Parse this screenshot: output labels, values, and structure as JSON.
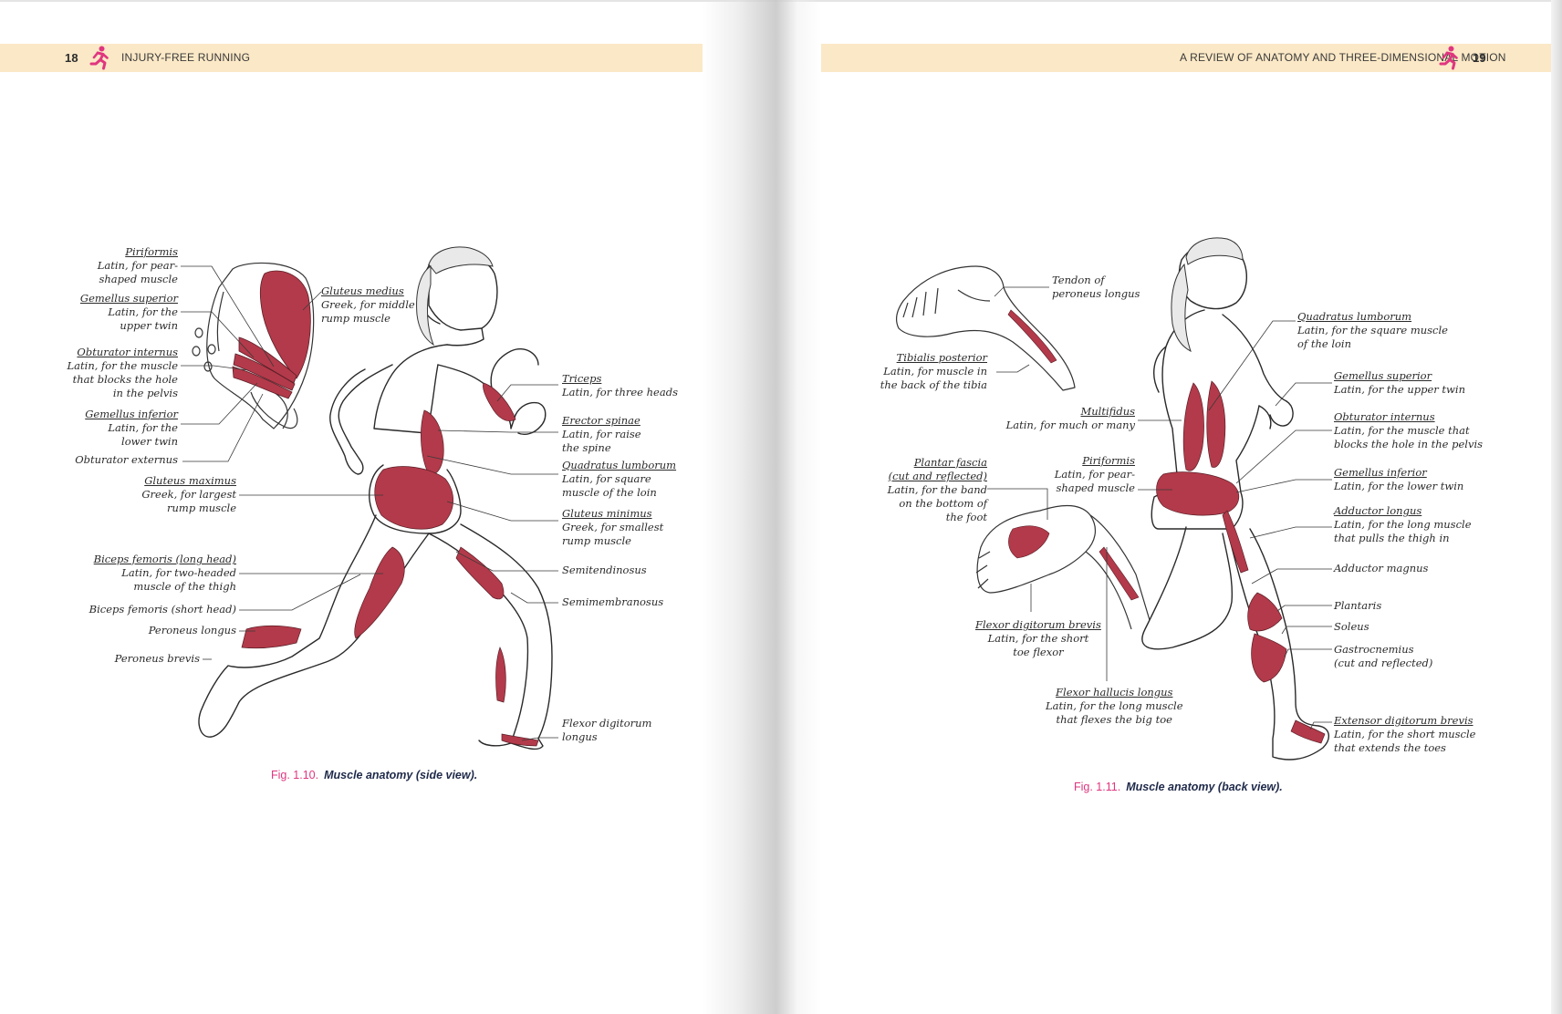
{
  "left_page": {
    "page_number": "18",
    "running_head": "INJURY-FREE RUNNING",
    "figure": {
      "number": "Fig. 1.10.",
      "title": "Muscle anatomy (side view).",
      "labels": {
        "piriformis": {
          "name": "Piriformis",
          "desc": [
            "Latin, for pear-",
            "shaped muscle"
          ]
        },
        "gemellus_superior": {
          "name": "Gemellus superior",
          "desc": [
            "Latin, for the",
            "upper twin"
          ]
        },
        "obturator_internus": {
          "name": "Obturator internus",
          "desc": [
            "Latin, for the muscle",
            "that blocks the hole",
            "in the pelvis"
          ]
        },
        "gemellus_inferior": {
          "name": "Gemellus inferior",
          "desc": [
            "Latin, for the",
            "lower twin"
          ]
        },
        "obturator_externus": {
          "name": "Obturator externus"
        },
        "gluteus_maximus": {
          "name": "Gluteus maximus",
          "desc": [
            "Greek, for largest",
            "rump muscle"
          ]
        },
        "biceps_long": {
          "name": "Biceps femoris (long head)",
          "desc": [
            "Latin, for two-headed",
            "muscle of the thigh"
          ]
        },
        "biceps_short": {
          "name": "Biceps femoris (short head)"
        },
        "peroneus_longus": {
          "name": "Peroneus longus"
        },
        "peroneus_brevis": {
          "name": "Peroneus brevis"
        },
        "gluteus_medius": {
          "name": "Gluteus medius",
          "desc": [
            "Greek, for middle",
            "rump muscle"
          ]
        },
        "triceps": {
          "name": "Triceps",
          "desc": [
            "Latin, for three heads"
          ]
        },
        "erector_spinae": {
          "name": "Erector spinae",
          "desc": [
            "Latin, for raise",
            "the spine"
          ]
        },
        "quadratus_lumborum": {
          "name": "Quadratus lumborum",
          "desc": [
            "Latin, for square",
            "muscle of the loin"
          ]
        },
        "gluteus_minimus": {
          "name": "Gluteus minimus",
          "desc": [
            "Greek, for smallest",
            "rump muscle"
          ]
        },
        "semitendinosus": {
          "name": "Semitendinosus"
        },
        "semimembranosus": {
          "name": "Semimembranosus"
        },
        "flexor_dig_longus": {
          "name": "Flexor digitorum",
          "desc": [
            "longus"
          ]
        }
      }
    }
  },
  "right_page": {
    "page_number": "19",
    "running_head": "A REVIEW OF ANATOMY AND THREE-DIMENSIONAL MOTION",
    "figure": {
      "number": "Fig. 1.11.",
      "title": "Muscle anatomy (back view).",
      "labels": {
        "tendon_peroneus": {
          "lines": [
            "Tendon of",
            "peroneus longus"
          ]
        },
        "tibialis_posterior": {
          "name": "Tibialis posterior",
          "desc": [
            "Latin, for muscle in",
            "the back of the tibia"
          ]
        },
        "multifidus": {
          "name": "Multifidus",
          "desc": [
            "Latin, for much or many"
          ]
        },
        "plantar_fascia": {
          "name": "Plantar fascia",
          "name2": "(cut and reflected)",
          "desc": [
            "Latin, for the band",
            "on the bottom of",
            "the foot"
          ]
        },
        "piriformis": {
          "name": "Piriformis",
          "desc": [
            "Latin, for pear-",
            "shaped muscle"
          ]
        },
        "flexor_dig_brevis": {
          "name": "Flexor digitorum brevis",
          "desc": [
            "Latin, for the short",
            "toe flexor"
          ]
        },
        "flexor_hallucis": {
          "name": "Flexor hallucis longus",
          "desc": [
            "Latin, for the long muscle",
            "that flexes the big toe"
          ]
        },
        "quadratus_lumborum": {
          "name": "Quadratus lumborum",
          "desc": [
            "Latin, for the square muscle",
            "of the loin"
          ]
        },
        "gemellus_superior": {
          "name": "Gemellus superior",
          "desc": [
            "Latin, for the upper twin"
          ]
        },
        "obturator_internus": {
          "name": "Obturator internus",
          "desc": [
            "Latin, for the muscle that",
            "blocks the hole in the pelvis"
          ]
        },
        "gemellus_inferior": {
          "name": "Gemellus inferior",
          "desc": [
            "Latin, for the lower twin"
          ]
        },
        "adductor_longus": {
          "name": "Adductor longus",
          "desc": [
            "Latin, for the long muscle",
            "that pulls the thigh in"
          ]
        },
        "adductor_magnus": {
          "name": "Adductor magnus"
        },
        "plantaris": {
          "name": "Plantaris"
        },
        "soleus": {
          "name": "Soleus"
        },
        "gastrocnemius": {
          "lines": [
            "Gastrocnemius",
            "(cut and reflected)"
          ]
        },
        "extensor_dig_brevis": {
          "name": "Extensor digitorum brevis",
          "desc": [
            "Latin, for the short muscle",
            "that extends the toes"
          ]
        }
      }
    }
  },
  "colors": {
    "header_band": "#fbe8c6",
    "accent": "#e0357f",
    "muscle": "#b33a4a",
    "caption_text": "#1f2a4a"
  },
  "icons": {
    "running_head_icon": "runner-icon"
  }
}
